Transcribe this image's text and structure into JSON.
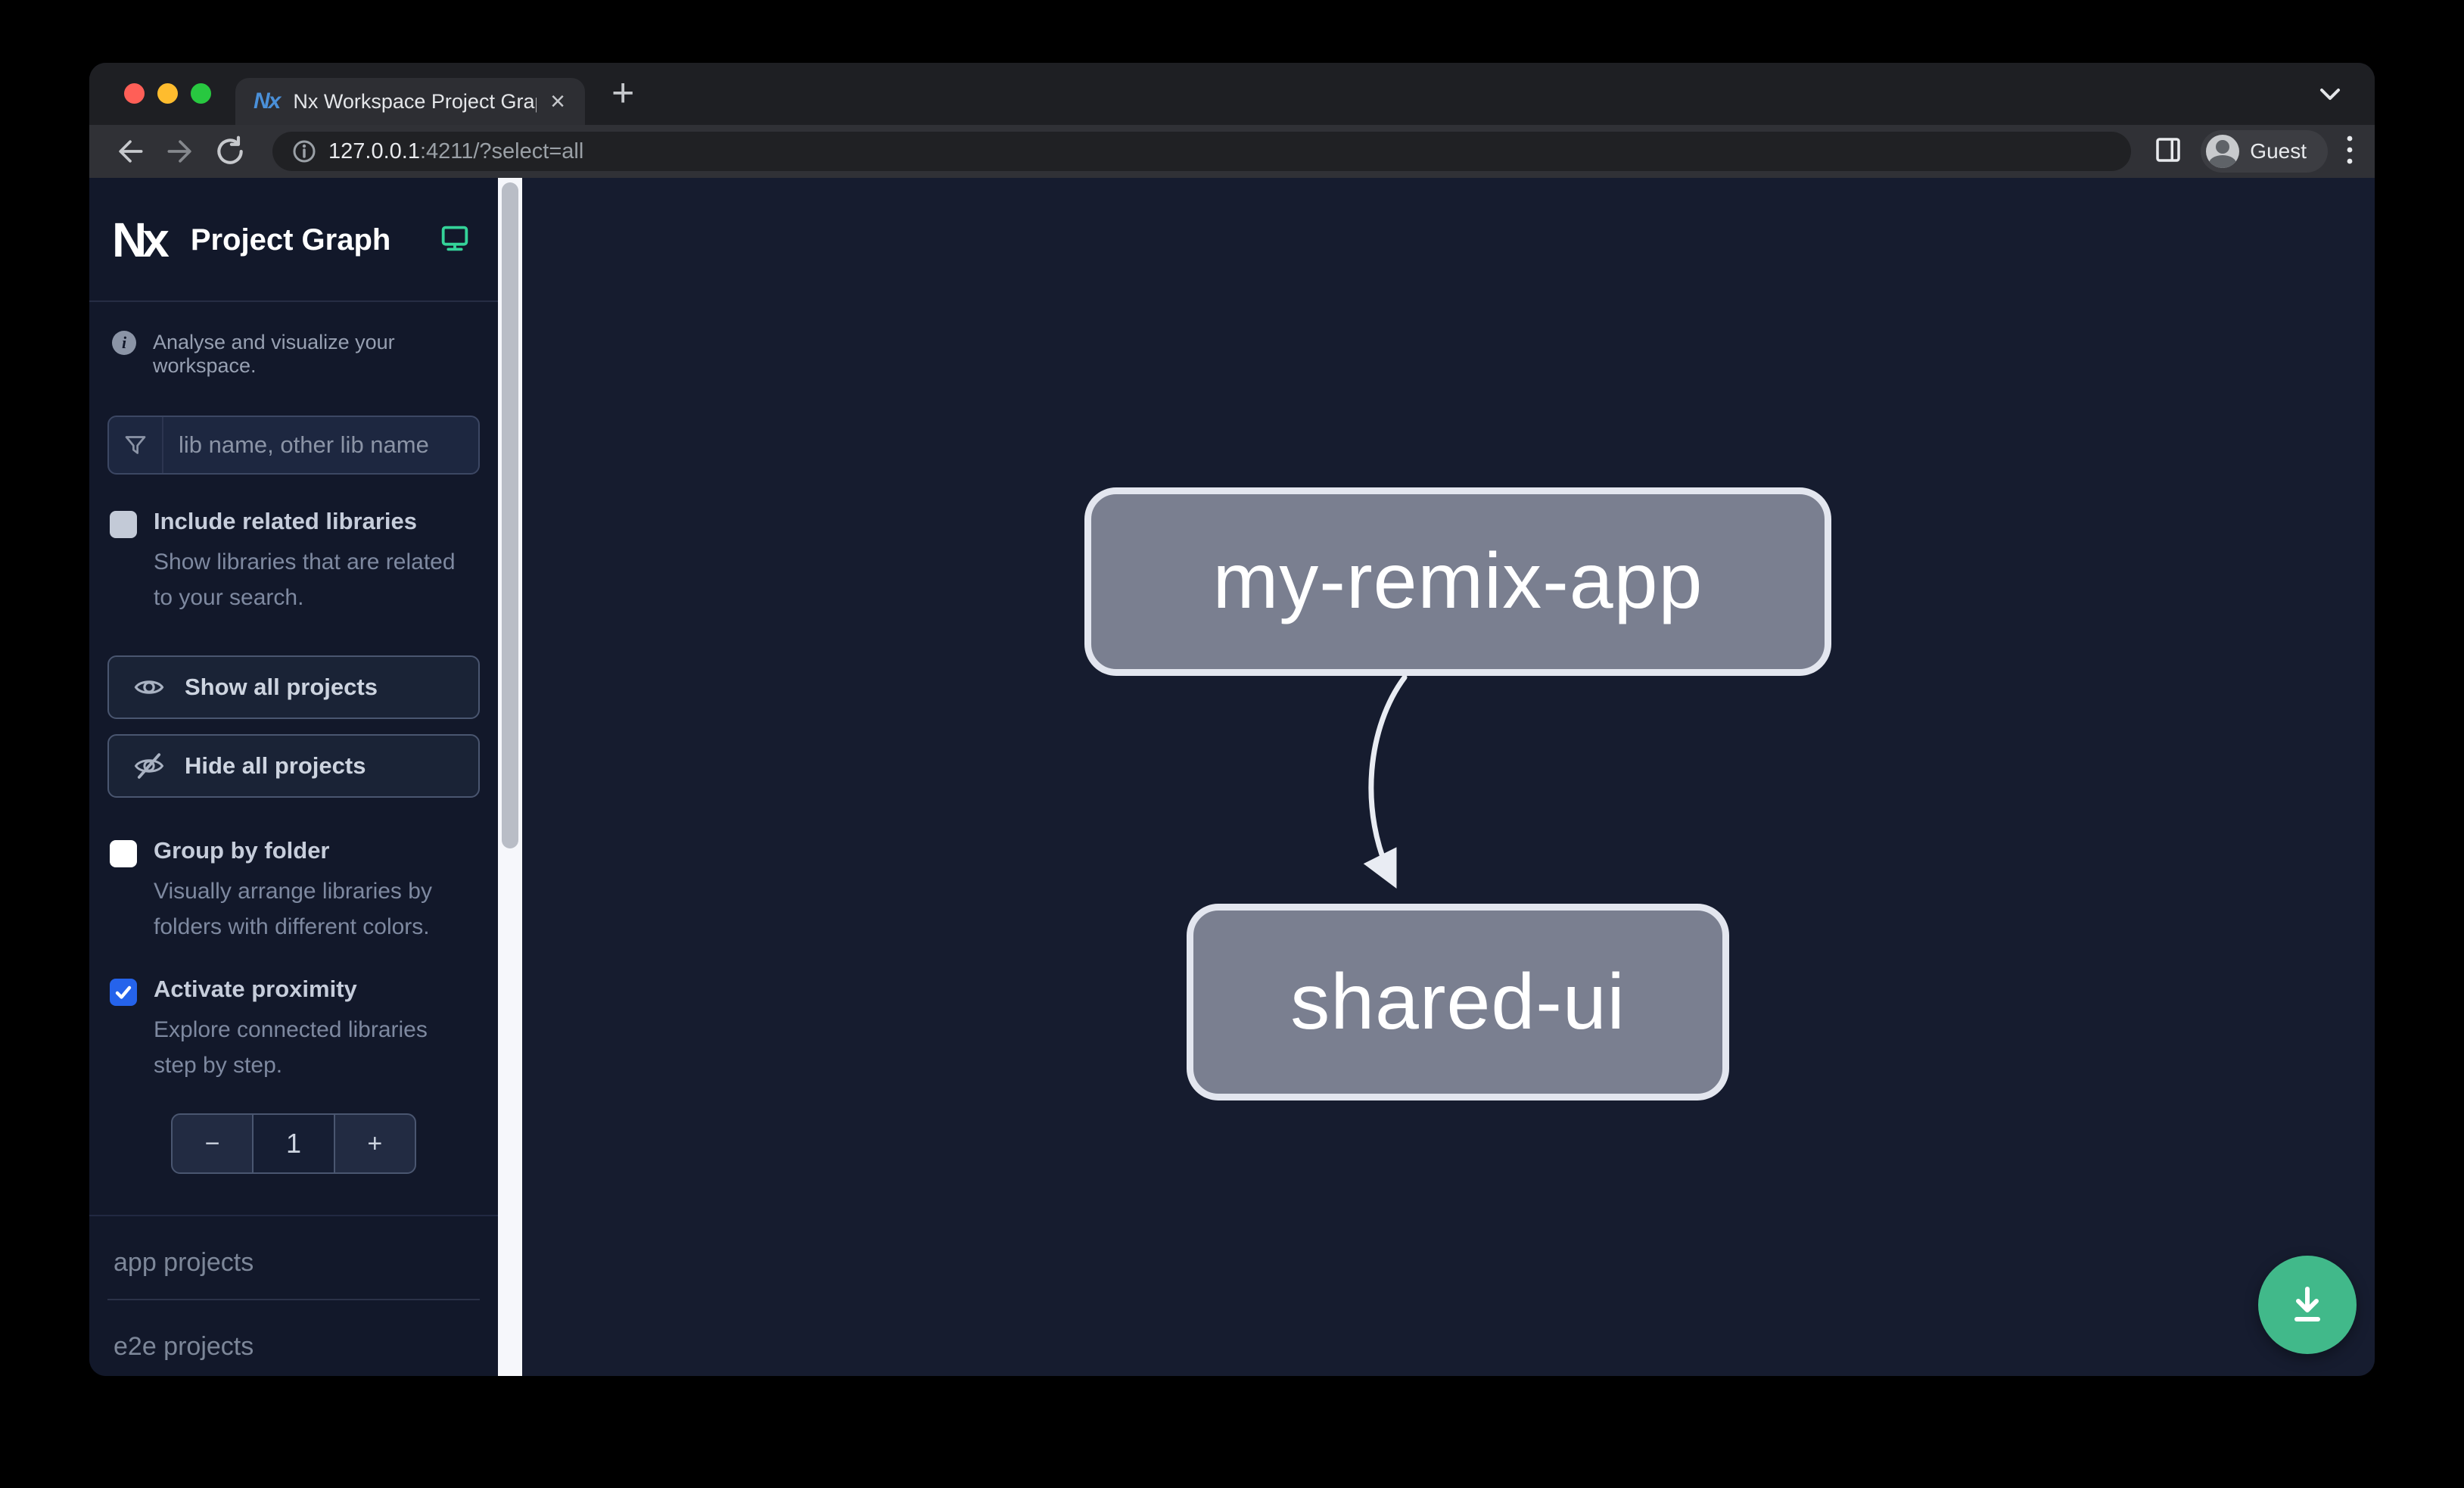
{
  "browser": {
    "tab": {
      "title": "Nx Workspace Project Graph",
      "favicon_text": "Nx",
      "close_glyph": "×",
      "new_tab_glyph": "+"
    },
    "toolbar": {
      "url_host": "127.0.0.1",
      "url_rest": ":4211/?select=all",
      "profile_label": "Guest"
    }
  },
  "sidebar": {
    "brand": {
      "logo_text": "Nx",
      "title": "Project Graph"
    },
    "tagline": "Analyse and visualize your workspace.",
    "info_glyph": "i",
    "search": {
      "placeholder": "lib name, other lib name",
      "value": ""
    },
    "include_related": {
      "label": "Include related libraries",
      "description": "Show libraries that are related to your search.",
      "checked": false
    },
    "buttons": {
      "show_all": "Show all projects",
      "hide_all": "Hide all projects"
    },
    "group_by_folder": {
      "label": "Group by folder",
      "description": "Visually arrange libraries by folders with different colors.",
      "checked": false
    },
    "activate_proximity": {
      "label": "Activate proximity",
      "description": "Explore connected libraries step by step.",
      "checked": true
    },
    "proximity_stepper": {
      "decrement": "−",
      "value": "1",
      "increment": "+"
    },
    "sections": {
      "apps": "app projects",
      "e2e": "e2e projects"
    }
  },
  "graph": {
    "nodes": [
      {
        "label": "my-remix-app"
      },
      {
        "label": "shared-ui"
      }
    ],
    "edges": [
      {
        "from": "my-remix-app",
        "to": "shared-ui"
      }
    ]
  },
  "colors": {
    "accent_checkbox": "#2563eb",
    "fab_green": "#41b98a",
    "monitor_icon_green": "#34d399",
    "node_fill": "#7a7f90",
    "node_border": "#e3e6ef",
    "traffic_red": "#ff5f57",
    "traffic_yellow": "#febc2e",
    "traffic_green": "#28c840"
  }
}
